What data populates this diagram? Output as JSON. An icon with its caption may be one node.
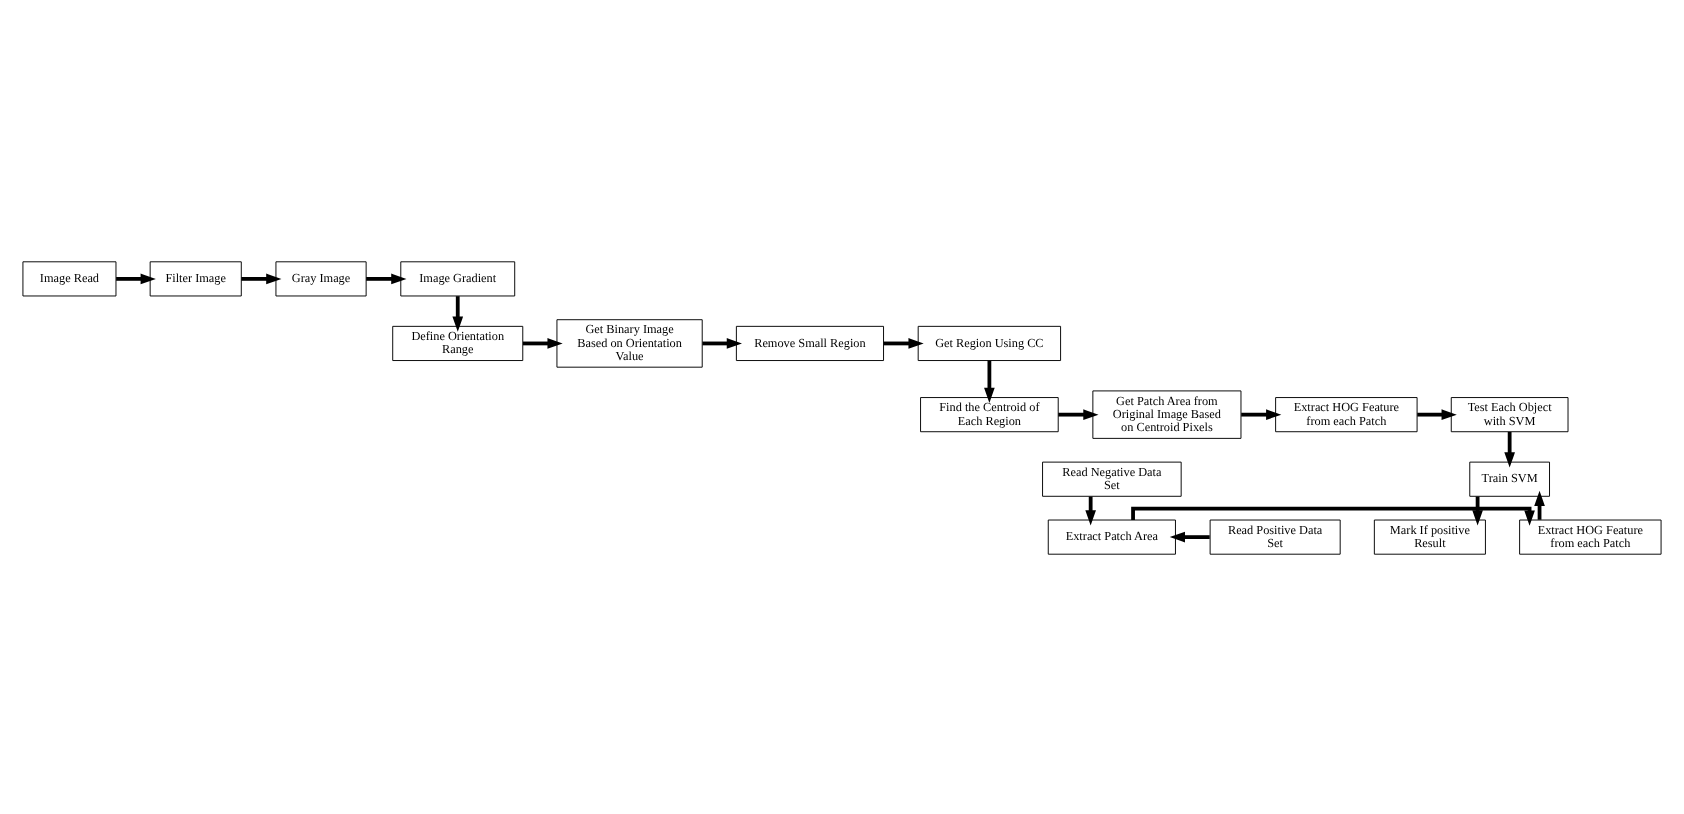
{
  "diagram": {
    "nodes": [
      {
        "text": [
          "Image Read"
        ]
      },
      {
        "text": [
          "Filter Image"
        ]
      },
      {
        "text": [
          "Gray Image"
        ]
      },
      {
        "text": [
          "Image Gradient"
        ]
      },
      {
        "text": [
          "Define Orientation Range"
        ]
      },
      {
        "text": [
          "Get Binary Image Based on Orientation Value"
        ]
      },
      {
        "text": [
          "Remove Small Region"
        ]
      },
      {
        "text": [
          "Get Region Using CC"
        ]
      },
      {
        "text": [
          "Find the Centroid of Each Region"
        ]
      },
      {
        "text": [
          "Get Patch Area from Original Image Based on Centroid Pixels"
        ]
      },
      {
        "text": [
          "Extract HOG Feature from each Patch"
        ]
      },
      {
        "text": [
          "Test Each Object with SVM"
        ]
      },
      {
        "text": [
          "Train SVM"
        ]
      },
      {
        "text": [
          "Mark If positive Result"
        ]
      },
      {
        "text": [
          "Read Positive Data Set"
        ]
      },
      {
        "text": [
          "Read Negative Data Set"
        ]
      },
      {
        "text": [
          "Extract Patch Area"
        ]
      },
      {
        "text": [
          "Extract HOG Feature from each Patch"
        ]
      }
    ],
    "edges": [
      {
        "from": 0,
        "to": 1,
        "arrow": "to"
      },
      {
        "from": 1,
        "to": 2,
        "arrow": "to"
      },
      {
        "from": 2,
        "to": 3,
        "arrow": "to"
      },
      {
        "from": 3,
        "to": 4,
        "arrow": "to"
      },
      {
        "from": 4,
        "to": 5,
        "arrow": "to"
      },
      {
        "from": 5,
        "to": 6,
        "arrow": "to"
      },
      {
        "from": 6,
        "to": 7,
        "arrow": "to"
      },
      {
        "from": 7,
        "to": 8,
        "arrow": "to"
      },
      {
        "from": 8,
        "to": 9,
        "arrow": "to"
      },
      {
        "from": 9,
        "to": 10,
        "arrow": "to"
      },
      {
        "from": 10,
        "to": 11,
        "arrow": "to"
      },
      {
        "from": 11,
        "to": 12,
        "arrow": "to"
      },
      {
        "from": 14,
        "to": 16,
        "arrow": "to"
      },
      {
        "from": 15,
        "to": 16,
        "arrow": "to"
      },
      {
        "from": 16,
        "to": 17,
        "arrow": "to"
      },
      {
        "from": 17,
        "to": 12,
        "arrow": "to"
      },
      {
        "from": 12,
        "to": 13,
        "arrow": "to"
      }
    ]
  }
}
